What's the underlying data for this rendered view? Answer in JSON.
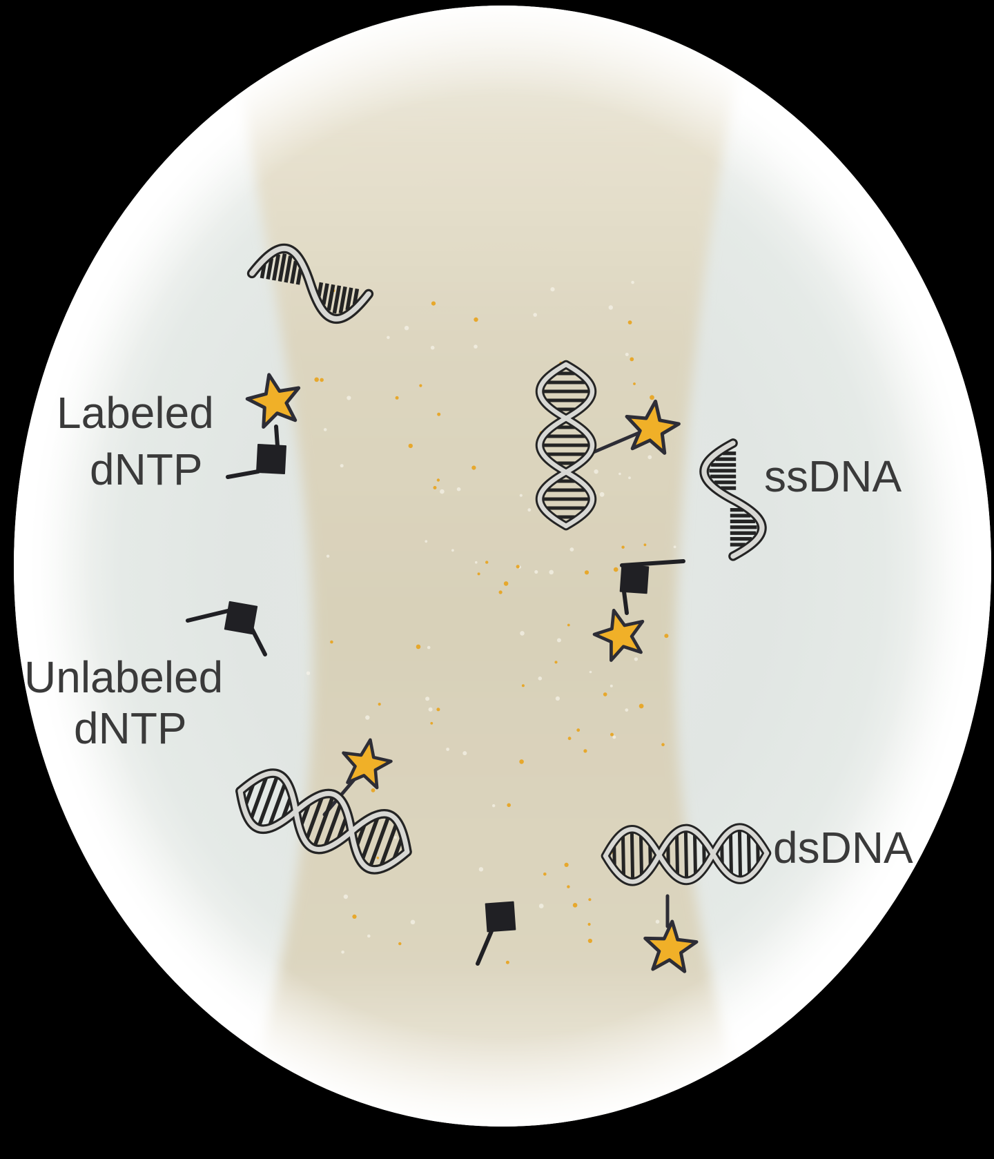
{
  "figure": {
    "type": "biology-schematic",
    "description": "Droplet/cell schematic showing labeled and unlabeled dNTPs with ssDNA and dsDNA molecules",
    "legend": {
      "labeled_dntp": {
        "line1": "Labeled",
        "line2": "dNTP"
      },
      "unlabeled_dntp": {
        "line1": "Unlabeled",
        "line2": "dNTP"
      }
    },
    "molecule_labels": {
      "ssdna": "ssDNA",
      "dsdna": "dsDNA"
    },
    "icons": [
      "star-label-icon",
      "flag-dntp-icon",
      "ssdna-strand-icon",
      "dsdna-helix-icon"
    ],
    "colors": {
      "background": "#000000",
      "cell_fill": "#e2e7e4",
      "cell_rim": "#ffffff",
      "channel_fill": "#d8d1b9",
      "channel_top": "#e9e3d3",
      "dot": "#e8a31d",
      "star_fill": "#f0b028",
      "star_stroke": "#2d2d36",
      "flag": "#202024",
      "strand_dark": "#242424",
      "strand_light": "#d8d8d4",
      "text": "#3a3a3a"
    }
  }
}
